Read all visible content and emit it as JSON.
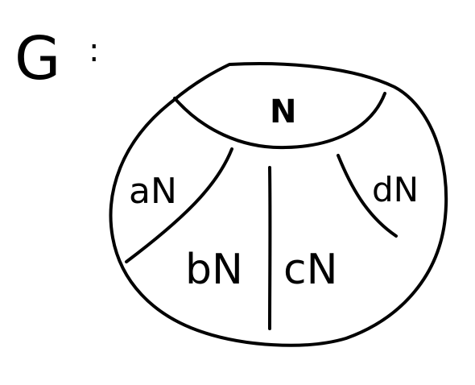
{
  "group_label": "G",
  "colon": ":",
  "cosets": {
    "n": "N",
    "a": "aN",
    "b": "bN",
    "c": "cN",
    "d": "dN"
  },
  "colors": {
    "ink": "#000000",
    "background": "#ffffff"
  }
}
